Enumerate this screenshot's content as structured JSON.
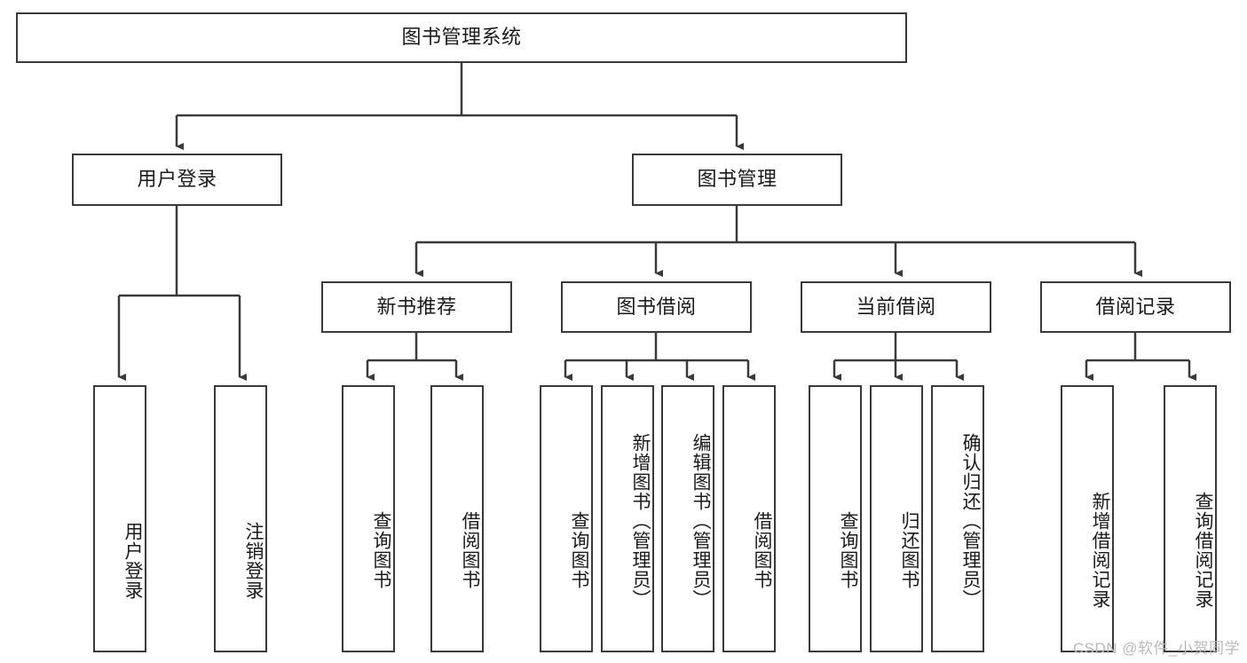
{
  "diagram": {
    "title": "图书管理系统",
    "type": "tree",
    "colors": {
      "stroke": "#3a3a3a",
      "fill": "#ffffff",
      "text": "#1a1a1a",
      "watermark": "#b9b9b9"
    },
    "root": {
      "label": "图书管理系统"
    },
    "level1": [
      {
        "label": "用户登录"
      },
      {
        "label": "图书管理"
      }
    ],
    "level2": [
      {
        "label": "新书推荐"
      },
      {
        "label": "图书借阅"
      },
      {
        "label": "当前借阅"
      },
      {
        "label": "借阅记录"
      }
    ],
    "leaves": {
      "user_login": [
        {
          "label": "用户登录"
        },
        {
          "label": "注销登录"
        }
      ],
      "new_book": [
        {
          "label": "查询图书"
        },
        {
          "label": "借阅图书"
        }
      ],
      "book_borrow": [
        {
          "label": "查询图书"
        },
        {
          "label": "新增图书（管理员）"
        },
        {
          "label": "编辑图书（管理员）"
        },
        {
          "label": "借阅图书"
        }
      ],
      "current_borrow": [
        {
          "label": "查询图书"
        },
        {
          "label": "归还图书"
        },
        {
          "label": "确认归还（管理员）"
        }
      ],
      "borrow_record": [
        {
          "label": "新增借阅记录"
        },
        {
          "label": "查询借阅记录"
        }
      ]
    }
  },
  "watermark": {
    "text": "CSDN @软件_小贺同学"
  }
}
